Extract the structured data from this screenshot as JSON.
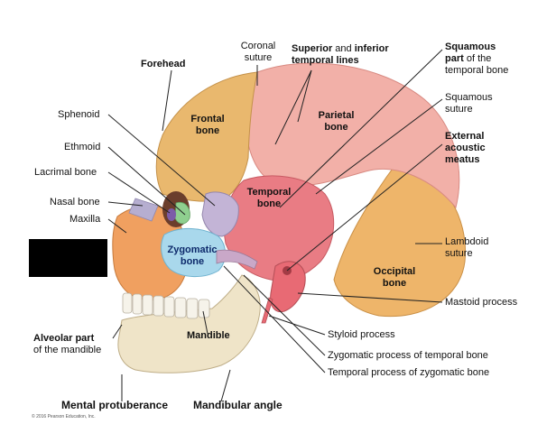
{
  "labels": {
    "coronal_suture": [
      "Coronal",
      "suture"
    ],
    "temporal_lines": {
      "superior": "Superior",
      "and": " and ",
      "inferior": "inferior",
      "line2": "temporal lines"
    },
    "squamous_part": [
      "Squamous",
      "part",
      "of the",
      "temporal bone"
    ],
    "squamous_suture": [
      "Squamous",
      "suture"
    ],
    "external_acoustic_meatus": [
      "External",
      "acoustic",
      "meatus"
    ],
    "forehead": "Forehead",
    "sphenoid": "Sphenoid",
    "ethmoid": "Ethmoid",
    "lacrimal_bone": "Lacrimal bone",
    "nasal_bone": "Nasal bone",
    "maxilla": "Maxilla",
    "lambdoid_suture": [
      "Lambdoid",
      "suture"
    ],
    "mastoid_process": "Mastoid process",
    "styloid_process": "Styloid process",
    "zygomatic_process_temporal": "Zygomatic process of temporal bone",
    "temporal_process_zygomatic": "Temporal process of zygomatic bone",
    "alveolar_part": [
      "Alveolar part",
      "of the mandible"
    ],
    "mental_protuberance": "Mental protuberance",
    "mandibular_angle": "Mandibular angle"
  },
  "bone_names": {
    "frontal": [
      "Frontal",
      "bone"
    ],
    "parietal": [
      "Parietal",
      "bone"
    ],
    "temporal": [
      "Temporal",
      "bone"
    ],
    "zygomatic": [
      "Zygomatic",
      "bone"
    ],
    "occipital": [
      "Occipital",
      "bone"
    ],
    "mandible": "Mandible"
  },
  "credit": "© 2016 Pearson Education, Inc.",
  "colors": {
    "frontal": "#e9b86e",
    "parietal": "#f2b0a8",
    "temporal": "#e97c84",
    "occipital": "#eeb56a",
    "zygomatic": "#a9d8ec",
    "maxilla_face": "#f0a060",
    "sphenoid": "#c3b4d6",
    "ethmoid": "#8fcf8f",
    "mandible": "#efe4c8",
    "teeth": "#f6f3ea",
    "redaction_box": "#000000"
  }
}
